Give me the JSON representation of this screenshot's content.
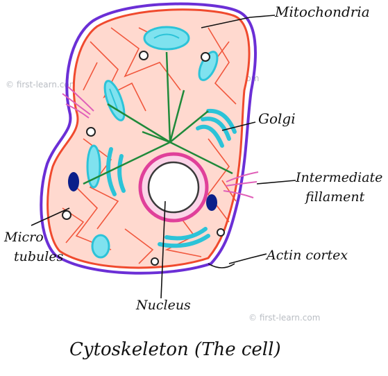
{
  "title": "Cytoskeleton (The cell)",
  "labels": {
    "mitochondria": "Mitochondria",
    "golgi": "Golgi",
    "intermediate_1": "Intermediate",
    "intermediate_2": "fillament",
    "micro_1": "Micro",
    "micro_2": "tubules",
    "actin": "Actin cortex",
    "nucleus": "Nucleus"
  },
  "watermark": "© first-learn.com",
  "colors": {
    "membrane": "#6b2fd6",
    "cytoplasm": "#f04a2e",
    "organelle": "#2cc3d8",
    "nucleus_envelope": "#e0409a",
    "microtubule": "#1f8a3a",
    "dark_vesicle": "#0b1f8a",
    "leader": "#111111"
  }
}
